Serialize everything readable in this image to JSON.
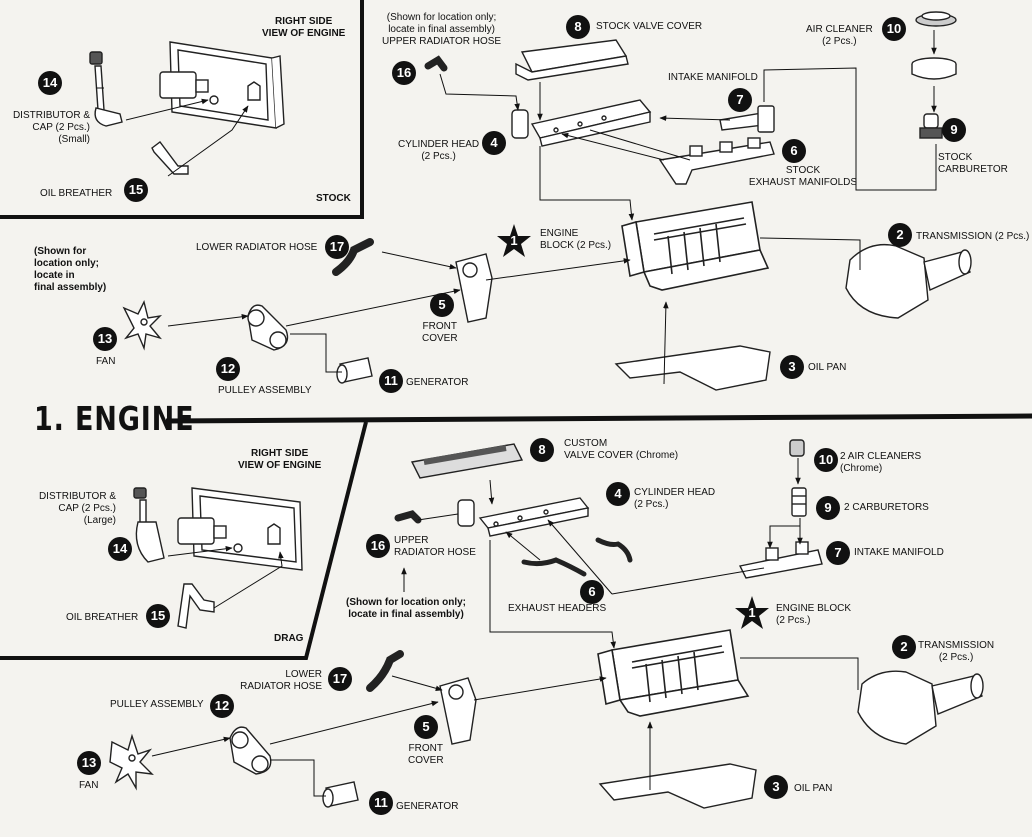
{
  "title": "1. ENGINE",
  "stock": {
    "inset_title": "RIGHT SIDE\nVIEW OF ENGINE",
    "inset_name": "STOCK",
    "parts": [
      {
        "num": "14",
        "label": "DISTRIBUTOR &\nCAP (2 Pcs.)\n(Small)"
      },
      {
        "num": "15",
        "label": "OIL BREATHER"
      },
      {
        "num": "16",
        "label": "(Shown for location only;\nlocate in final assembly)\nUPPER RADIATOR HOSE"
      },
      {
        "num": "8",
        "label": "STOCK VALVE COVER"
      },
      {
        "num": "10",
        "label": "AIR CLEANER\n(2 Pcs.)"
      },
      {
        "num": "7",
        "label": "INTAKE MANIFOLD"
      },
      {
        "num": "4",
        "label": "CYLINDER HEAD\n(2 Pcs.)"
      },
      {
        "num": "6",
        "label": "STOCK\nEXHAUST MANIFOLDS"
      },
      {
        "num": "9",
        "label": "STOCK\nCARBURETOR"
      },
      {
        "num": "1",
        "label": "ENGINE\nBLOCK (2 Pcs.)"
      },
      {
        "num": "2",
        "label": "TRANSMISSION (2 Pcs.)"
      },
      {
        "num": "17",
        "label": "LOWER RADIATOR HOSE"
      },
      {
        "num": "5",
        "label": "FRONT\nCOVER"
      },
      {
        "num": "13",
        "label": "FAN"
      },
      {
        "num": "12",
        "label": "PULLEY ASSEMBLY"
      },
      {
        "num": "11",
        "label": "GENERATOR"
      },
      {
        "num": "3",
        "label": "OIL PAN"
      }
    ],
    "note": "(Shown for\nlocation only;\nlocate in\nfinal assembly)"
  },
  "drag": {
    "inset_title": "RIGHT SIDE\nVIEW OF ENGINE",
    "inset_name": "DRAG",
    "parts": [
      {
        "num": "14",
        "label": "DISTRIBUTOR &\nCAP (2 Pcs.)\n(Large)"
      },
      {
        "num": "15",
        "label": "OIL BREATHER"
      },
      {
        "num": "8",
        "label": "CUSTOM\nVALVE COVER (Chrome)"
      },
      {
        "num": "10",
        "label": "2 AIR CLEANERS\n(Chrome)"
      },
      {
        "num": "4",
        "label": "CYLINDER HEAD\n(2 Pcs.)"
      },
      {
        "num": "9",
        "label": "2 CARBURETORS"
      },
      {
        "num": "16",
        "label": "UPPER\nRADIATOR HOSE"
      },
      {
        "num": "7",
        "label": "INTAKE MANIFOLD"
      },
      {
        "num": "6",
        "label": "EXHAUST HEADERS"
      },
      {
        "num": "1",
        "label": "ENGINE BLOCK\n(2 Pcs.)"
      },
      {
        "num": "2",
        "label": "TRANSMISSION\n(2 Pcs.)"
      },
      {
        "num": "17",
        "label": "LOWER\nRADIATOR HOSE"
      },
      {
        "num": "12",
        "label": "PULLEY ASSEMBLY"
      },
      {
        "num": "5",
        "label": "FRONT\nCOVER"
      },
      {
        "num": "13",
        "label": "FAN"
      },
      {
        "num": "11",
        "label": "GENERATOR"
      },
      {
        "num": "3",
        "label": "OIL PAN"
      }
    ],
    "note": "(Shown for location only;\nlocate in final assembly)"
  }
}
